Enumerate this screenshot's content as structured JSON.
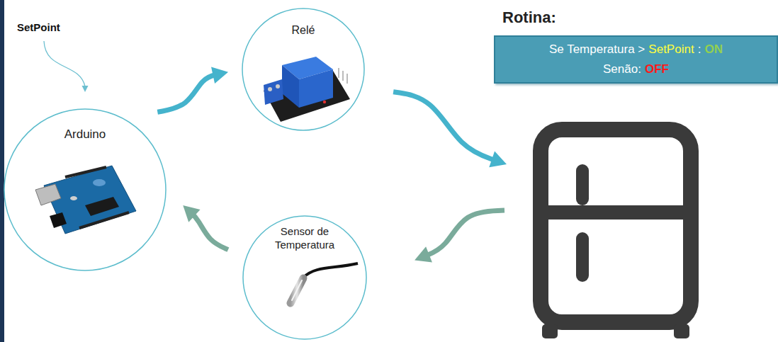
{
  "diagram": {
    "nodes": [
      {
        "text": [
          "Arduino"
        ]
      },
      {
        "text": [
          "Relé"
        ]
      },
      {
        "text": [
          "Rotina:",
          "Se Temperatura >",
          "SetPoint",
          ":",
          "ON",
          "Senão:",
          "OFF"
        ]
      },
      {
        "text": []
      },
      {
        "text": [
          "Sensor de Temperatura"
        ]
      }
    ],
    "edges": [
      {
        "from": 0,
        "to": 1,
        "arrow": "to"
      },
      {
        "from": 1,
        "to": 3,
        "arrow": "to"
      },
      {
        "from": 3,
        "to": 4,
        "arrow": "to"
      },
      {
        "from": 4,
        "to": 0,
        "arrow": "to"
      }
    ],
    "labels": [
      "SetPoint"
    ]
  }
}
